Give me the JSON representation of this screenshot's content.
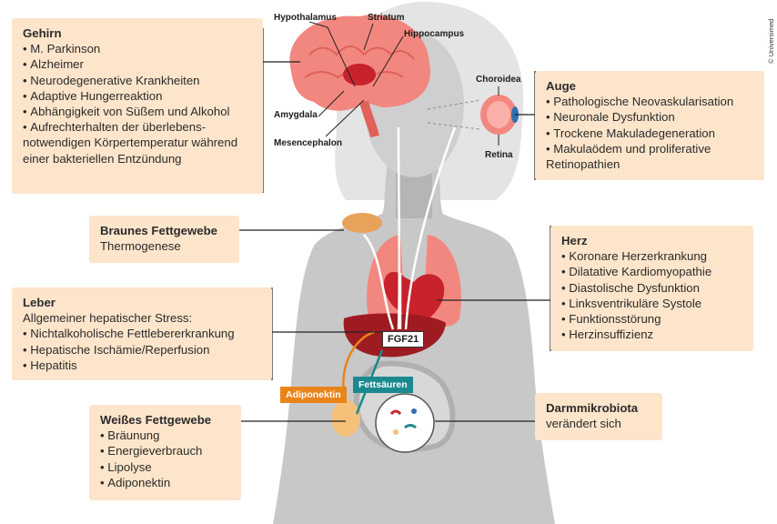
{
  "brain_labels": {
    "hypothalamus": "Hypothalamus",
    "striatum": "Striatum",
    "hippocampus": "Hippocampus",
    "amygdala": "Amygdala",
    "mesencephalon": "Mesencephalon"
  },
  "eye_labels": {
    "choroidea": "Choroidea",
    "retina": "Retina"
  },
  "gehirn": {
    "title": "Gehirn",
    "items": [
      "M. Parkinson",
      "Alzheimer",
      "Neurodegenerative Krankheiten",
      "Adaptive Hungerreaktion",
      "Abhängigkeit von Süßem und Alkohol",
      "Aufrechterhalten der überlebens-notwendigen Körpertemperatur während einer bakteriellen Entzündung"
    ]
  },
  "auge": {
    "title": "Auge",
    "items": [
      "Pathologische Neovaskularisation",
      "Neuronale Dysfunktion",
      "Trockene Makuladegeneration",
      "Makulaödem und proliferative Retinopathien"
    ]
  },
  "braunes_fett": {
    "title": "Braunes Fettgewebe",
    "subtitle": "Thermogenese"
  },
  "herz": {
    "title": "Herz",
    "items": [
      "Koronare Herzerkrankung",
      "Dilatative Kardiomyopathie",
      "Diastolische Dysfunktion",
      "Linksventrikuläre Systole",
      "Funktionsstörung",
      "Herzinsuffizienz"
    ]
  },
  "leber": {
    "title": "Leber",
    "subtitle": "Allgemeiner hepatischer Stress:",
    "items": [
      "Nichtalkoholische Fettlebererkrankung",
      "Hepatische Ischämie/Reperfusion",
      "Hepatitis"
    ]
  },
  "weisses_fett": {
    "title": "Weißes Fettgewebe",
    "items": [
      "Bräunung",
      "Energieverbrauch",
      "Lipolyse",
      "Adiponektin"
    ]
  },
  "darm": {
    "title": "Darmmikrobiota",
    "subtitle": "verändert sich"
  },
  "center": {
    "fgf21": "FGF21",
    "adiponektin": "Adiponektin",
    "fettsaeuren": "Fettsäuren"
  },
  "credit": "© Universimed",
  "colors": {
    "box_bg": "#fde5cb",
    "body_gray": "#c8c8c8",
    "organ_red": "#c8222c",
    "organ_pink": "#f2877f",
    "fat_yellow": "#f5c07a",
    "adiponektin_orange": "#e8841a",
    "fettsaeuren_teal": "#1b8a8f",
    "line_dark": "#222222"
  }
}
